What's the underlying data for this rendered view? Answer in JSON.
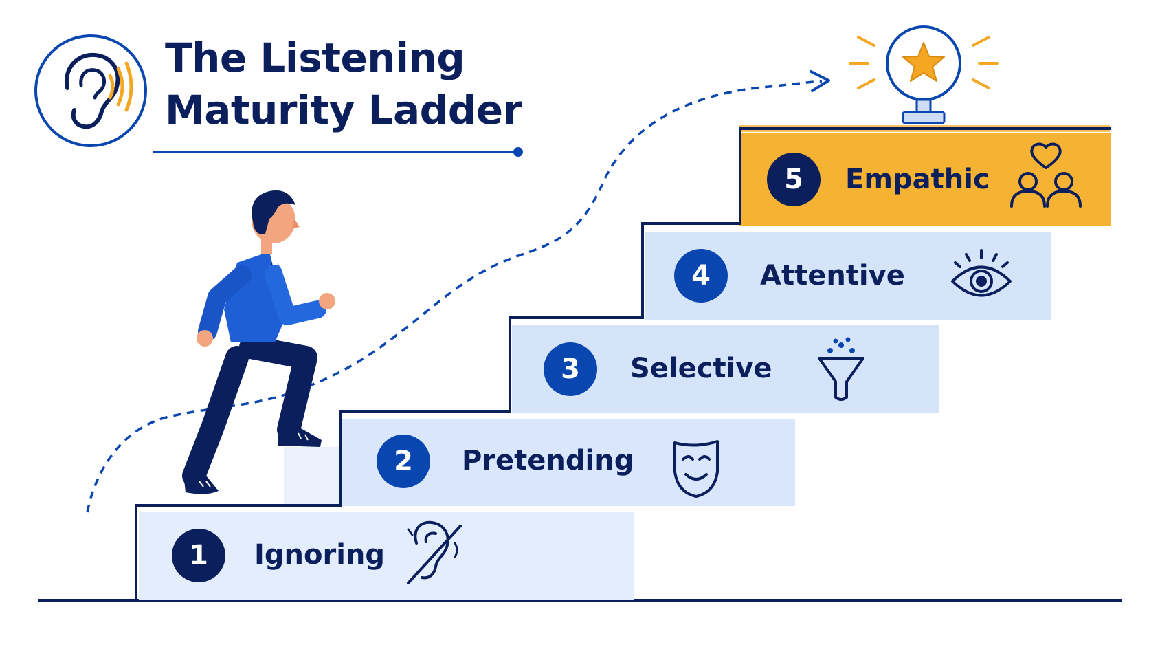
{
  "title": {
    "line1": "The Listening",
    "line2": "Maturity Ladder"
  },
  "steps": [
    {
      "number": "1",
      "label": "Ignoring",
      "icon": "ear-crossed-icon"
    },
    {
      "number": "2",
      "label": "Pretending",
      "icon": "mask-icon"
    },
    {
      "number": "3",
      "label": "Selective",
      "icon": "funnel-icon"
    },
    {
      "number": "4",
      "label": "Attentive",
      "icon": "eye-icon"
    },
    {
      "number": "5",
      "label": "Empathic",
      "icon": "people-heart-icon"
    }
  ],
  "icons": {
    "title": "ear-sound-icon",
    "goal": "star-trophy-icon",
    "figure": "climbing-man"
  },
  "colors": {
    "navy": "#0a1f5c",
    "blue": "#0a46b0",
    "step_fill": "#dde8fb",
    "accent_orange": "#f6b232",
    "star": "#f5a623"
  }
}
